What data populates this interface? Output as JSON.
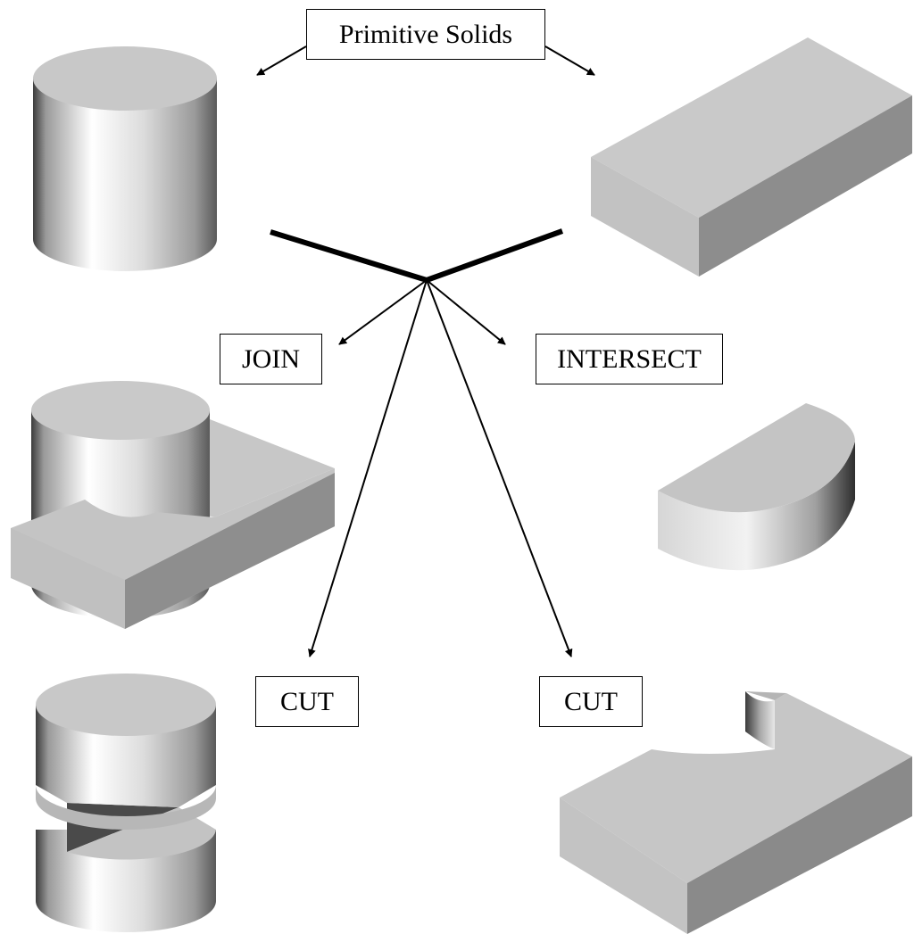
{
  "labels": {
    "primitive_solids": "Primitive Solids",
    "join": "JOIN",
    "intersect": "INTERSECT",
    "cut_left": "CUT",
    "cut_right": "CUT"
  },
  "colors": {
    "ink": "#000000",
    "face_top": "#c6c6c6",
    "face_side": "#bdbdbd",
    "face_dark": "#8a8a8a"
  }
}
